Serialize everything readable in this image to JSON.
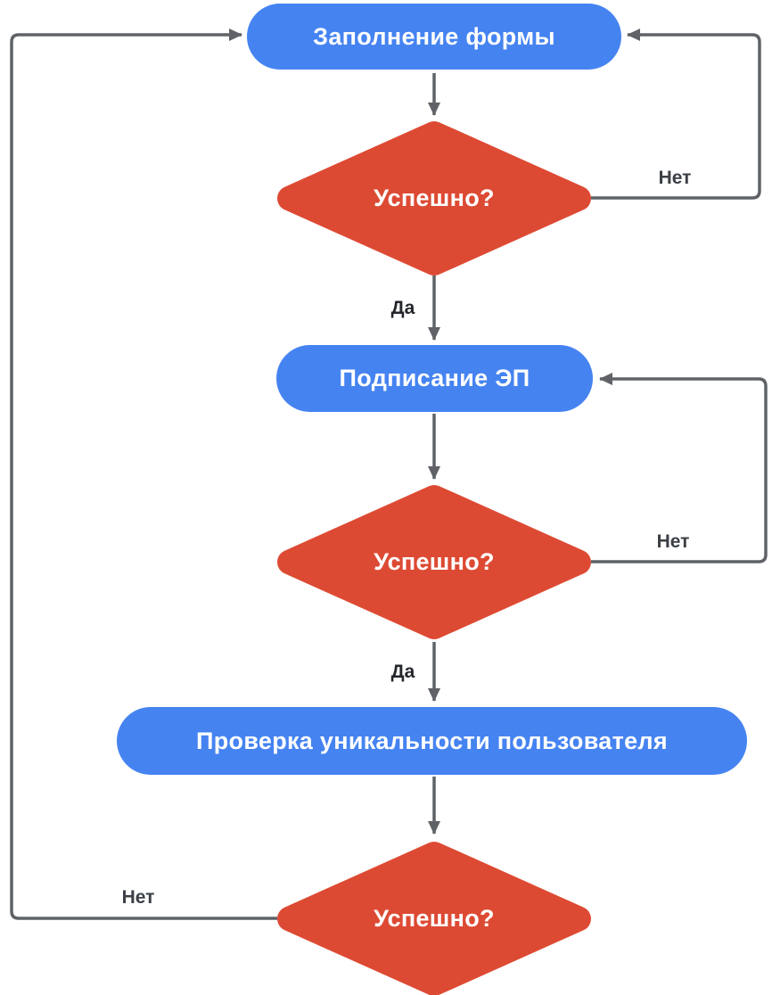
{
  "diagram": {
    "type": "flowchart",
    "background": "#ffffff",
    "colors": {
      "process": "#4583F1",
      "decision": "#DD4A33",
      "connector": "#5F6367",
      "node_text": "#FFFFFF",
      "label_no": "#3B3F46",
      "label_yes": "#23262B"
    },
    "nodes": {
      "fill_form": {
        "type": "process",
        "label": "Заполнение формы"
      },
      "decision1": {
        "type": "decision",
        "label": "Успешно?"
      },
      "sign_ep": {
        "type": "process",
        "label": "Подписание ЭП"
      },
      "decision2": {
        "type": "decision",
        "label": "Успешно?"
      },
      "check_unique": {
        "type": "process",
        "label": "Проверка уникальности пользователя"
      },
      "decision3": {
        "type": "decision",
        "label": "Успешно?"
      }
    },
    "edges": [
      {
        "from": "fill_form",
        "to": "decision1",
        "label": ""
      },
      {
        "from": "decision1",
        "to": "fill_form",
        "label": "Нет"
      },
      {
        "from": "decision1",
        "to": "sign_ep",
        "label": "Да"
      },
      {
        "from": "sign_ep",
        "to": "decision2",
        "label": ""
      },
      {
        "from": "decision2",
        "to": "sign_ep",
        "label": "Нет"
      },
      {
        "from": "decision2",
        "to": "check_unique",
        "label": "Да"
      },
      {
        "from": "check_unique",
        "to": "decision3",
        "label": ""
      },
      {
        "from": "decision3",
        "to": "fill_form",
        "label": "Нет"
      }
    ]
  }
}
